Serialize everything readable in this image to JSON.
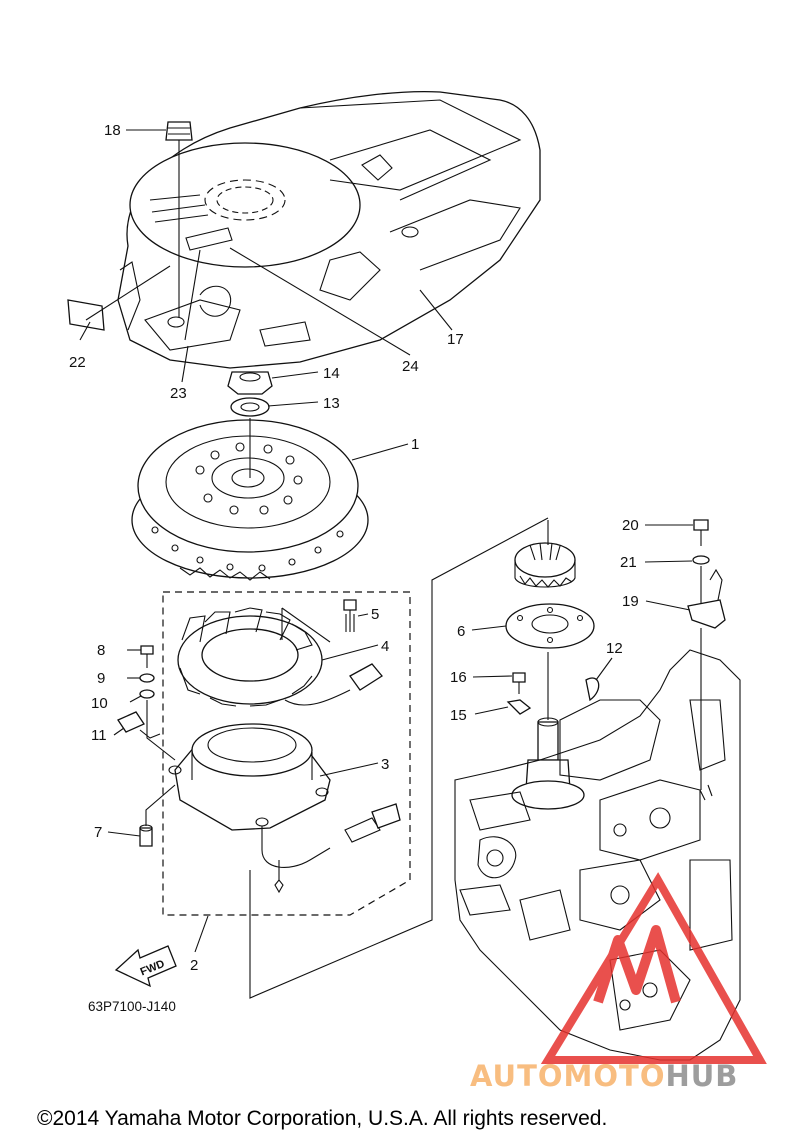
{
  "diagram": {
    "callouts": [
      {
        "id": "c1",
        "label": "1"
      },
      {
        "id": "c2",
        "label": "2"
      },
      {
        "id": "c3",
        "label": "3"
      },
      {
        "id": "c4",
        "label": "4"
      },
      {
        "id": "c5",
        "label": "5"
      },
      {
        "id": "c6",
        "label": "6"
      },
      {
        "id": "c7",
        "label": "7"
      },
      {
        "id": "c8",
        "label": "8"
      },
      {
        "id": "c9",
        "label": "9"
      },
      {
        "id": "c10",
        "label": "10"
      },
      {
        "id": "c11",
        "label": "11"
      },
      {
        "id": "c12",
        "label": "12"
      },
      {
        "id": "c13",
        "label": "13"
      },
      {
        "id": "c14",
        "label": "14"
      },
      {
        "id": "c15",
        "label": "15"
      },
      {
        "id": "c16",
        "label": "16"
      },
      {
        "id": "c17",
        "label": "17"
      },
      {
        "id": "c18",
        "label": "18"
      },
      {
        "id": "c19",
        "label": "19"
      },
      {
        "id": "c20",
        "label": "20"
      },
      {
        "id": "c21",
        "label": "21"
      },
      {
        "id": "c22",
        "label": "22"
      },
      {
        "id": "c23",
        "label": "23"
      },
      {
        "id": "c24",
        "label": "24"
      }
    ],
    "fwd_label": "FWD",
    "part_code": "63P7100-J140"
  },
  "watermark": {
    "text_part1": "AUTOMOTO",
    "text_part2": "HUB",
    "color_orange": "#f7b26b",
    "color_gray": "#8c8c8c",
    "color_red": "#e6322e"
  },
  "footer": {
    "copyright": "©2014 Yamaha Motor Corporation, U.S.A. All rights reserved."
  }
}
